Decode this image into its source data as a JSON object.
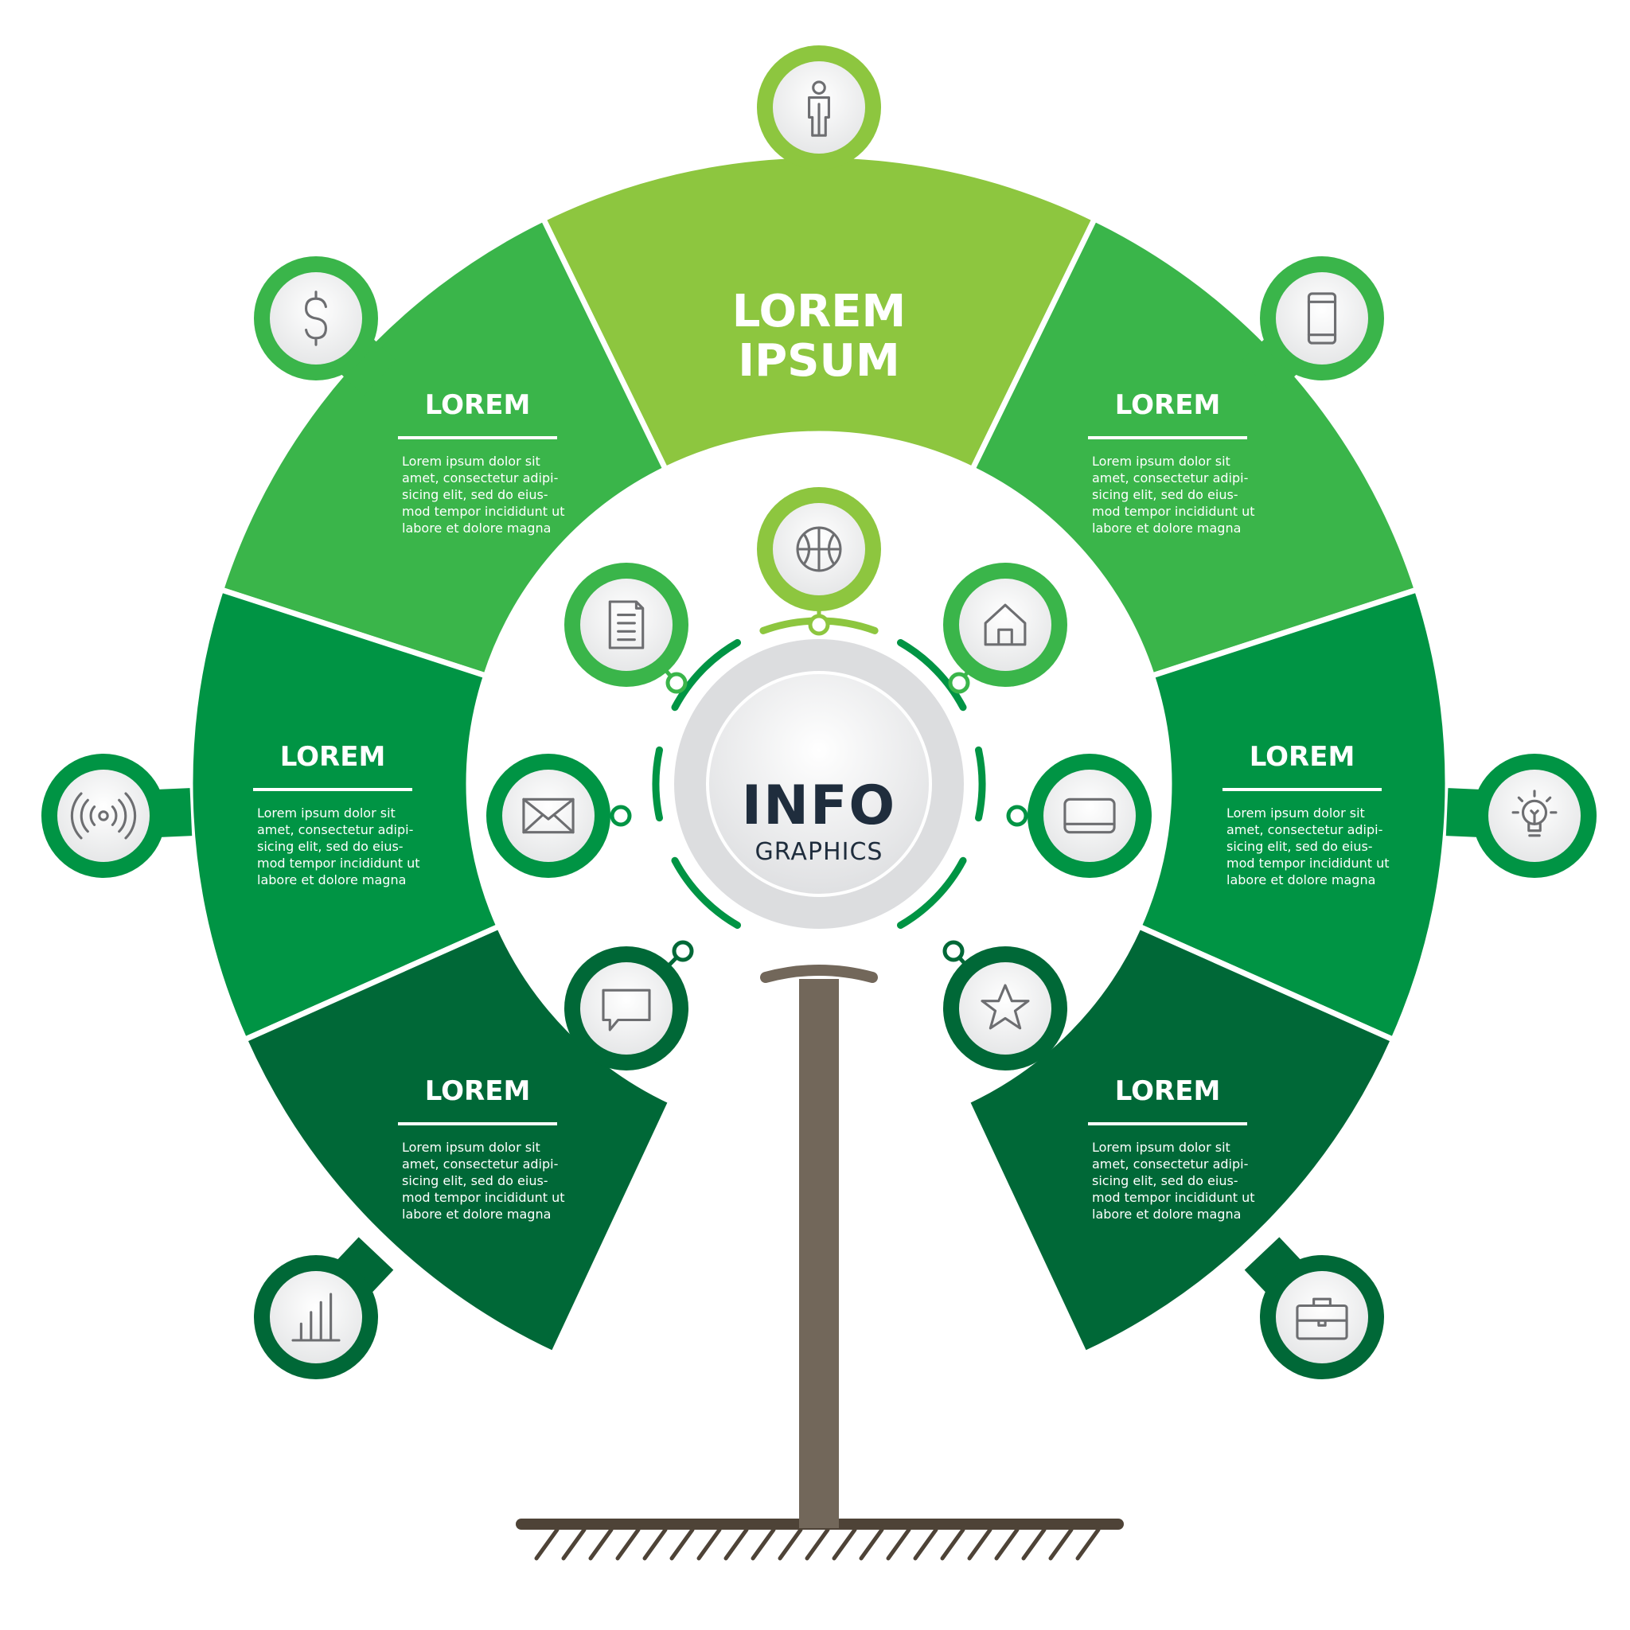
{
  "main": {
    "title_line1": "LOREM",
    "title_line2": "IPSUM",
    "center_title": "INFO",
    "center_subtitle": "GRAPHICS"
  },
  "segments": [
    {
      "title": "LOREM",
      "body": [
        "Lorem ipsum dolor sit",
        "amet, consectetur adipi-",
        "sicing elit, sed do eius-",
        "mod tempor incididunt ut",
        "labore et dolore magna"
      ],
      "color": "#3ab54a",
      "icon": "dollar-icon"
    },
    {
      "title": "LOREM",
      "body": [
        "Lorem ipsum dolor sit",
        "amet, consectetur adipi-",
        "sicing elit, sed do eius-",
        "mod tempor incididunt ut",
        "labore et dolore magna"
      ],
      "color": "#3ab54a",
      "icon": "smartphone-icon"
    },
    {
      "title": "LOREM",
      "body": [
        "Lorem ipsum dolor sit",
        "amet, consectetur adipi-",
        "sicing elit, sed do eius-",
        "mod tempor incididunt ut",
        "labore et dolore magna"
      ],
      "color": "#009444",
      "icon": "signal-icon"
    },
    {
      "title": "LOREM",
      "body": [
        "Lorem ipsum dolor sit",
        "amet, consectetur adipi-",
        "sicing elit, sed do eius-",
        "mod tempor incididunt ut",
        "labore et dolore magna"
      ],
      "color": "#009444",
      "icon": "lightbulb-icon"
    },
    {
      "title": "LOREM",
      "body": [
        "Lorem ipsum dolor sit",
        "amet, consectetur adipi-",
        "sicing elit, sed do eius-",
        "mod tempor incididunt ut",
        "labore et dolore magna"
      ],
      "color": "#006837",
      "icon": "bar-chart-icon"
    },
    {
      "title": "LOREM",
      "body": [
        "Lorem ipsum dolor sit",
        "amet, consectetur adipi-",
        "sicing elit, sed do eius-",
        "mod tempor incididunt ut",
        "labore et dolore magna"
      ],
      "color": "#006837",
      "icon": "briefcase-icon"
    }
  ],
  "top_segment": {
    "color": "#8dc63f",
    "icon": "person-icon",
    "inner_icon": "basketball-icon"
  },
  "inner_icons": [
    "document-icon",
    "home-icon",
    "mail-icon",
    "card-icon",
    "chat-icon",
    "star-icon"
  ],
  "colors": {
    "trunk": "#72675a",
    "hub_ring": "#dcdddf",
    "hub_text": "#1f2d3d",
    "icon_stroke": "#6d6e71"
  }
}
